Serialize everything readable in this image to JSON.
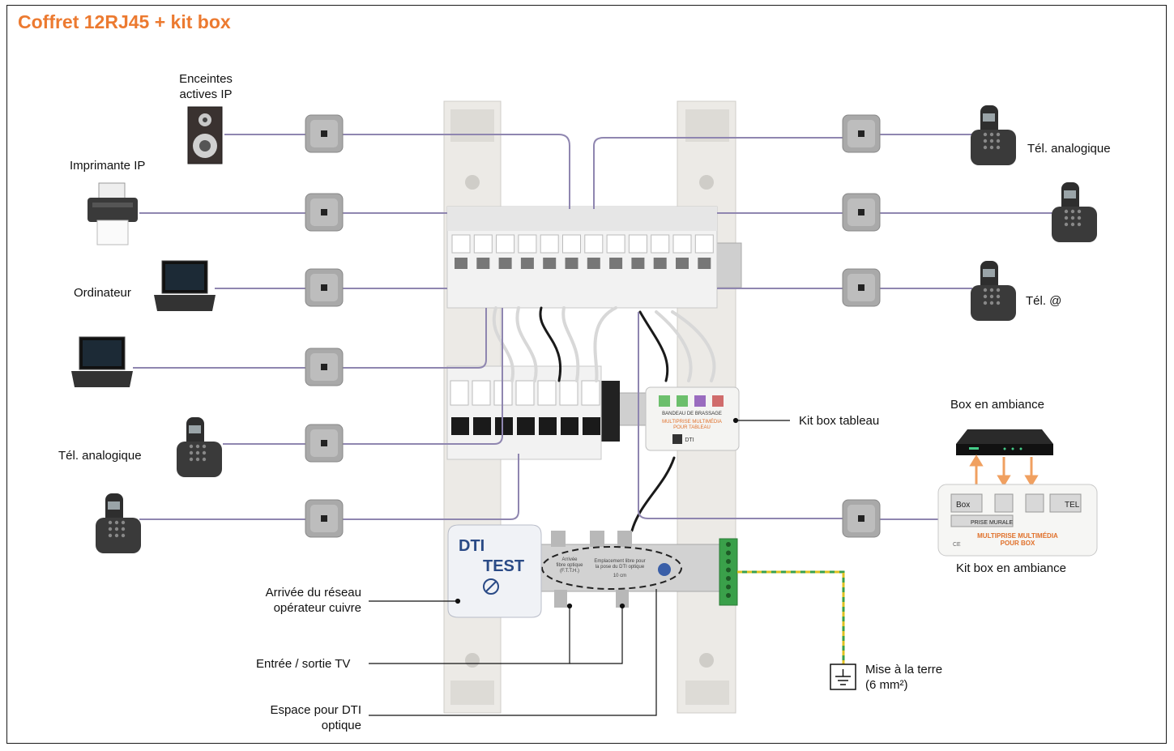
{
  "title": "Coffret 12RJ45 + kit box",
  "labels": {
    "enceintes": [
      "Enceintes",
      "actives IP"
    ],
    "imprimante": "Imprimante IP",
    "ordinateur": "Ordinateur",
    "tel_analogique_left": "Tél. analogique",
    "tel_analogique_right": "Tél. analogique",
    "tel_at": "Tél. @",
    "kit_box_tableau": "Kit box tableau",
    "box_en_ambiance": "Box en ambiance",
    "kit_box_en_ambiance": "Kit box en ambiance",
    "arrivee_reseau": [
      "Arrivée du réseau",
      "opérateur cuivre"
    ],
    "entree_sortie_tv": "Entrée / sortie TV",
    "espace_dti": [
      "Espace pour DTI",
      "optique"
    ],
    "mise_terre": [
      "Mise à la terre",
      "(6 mm²)"
    ]
  },
  "dti": {
    "name": "DTI",
    "test": "TEST"
  },
  "kit_tableau_text": {
    "header": "BANDEAU DE BRASSAGE",
    "line1": "MULTIPRISE MULTIMÉDIA",
    "line2": "POUR TABLEAU",
    "dti": "DTI"
  },
  "kit_ambiance_text": {
    "box": "Box",
    "tel": "TEL",
    "prise": "PRISE MURALE",
    "line1": "MULTIPRISE MULTIMÉDIA",
    "line2": "POUR BOX",
    "ce": "CE"
  },
  "rail_text": {
    "a": "Arrivée",
    "b": "fibre optique",
    "c": "(F.T.T.H.)",
    "d": "Emplacement libre pour",
    "e": "la pose du DTI optique",
    "f": "10 cm"
  },
  "colors": {
    "title": "#ec7a30",
    "cable": "#8f86b0",
    "arrow": "#f0a060",
    "ground": "#e0c020"
  }
}
